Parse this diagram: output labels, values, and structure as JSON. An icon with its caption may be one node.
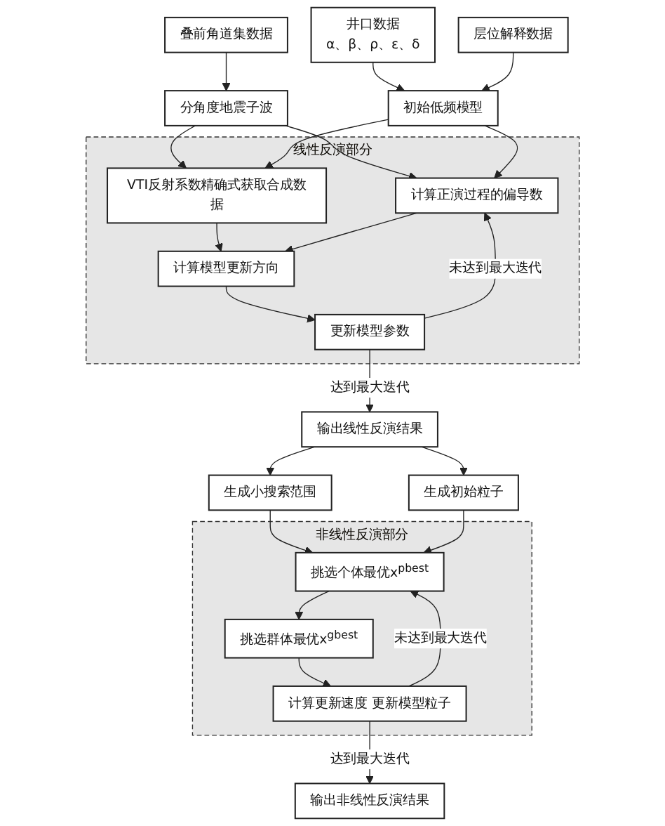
{
  "diagram": {
    "nodes": [
      {
        "text": [
          "叠前角道集数据"
        ]
      },
      {
        "text": [
          "井口数据",
          "α、β、ρ、ε、δ"
        ]
      },
      {
        "text": [
          "层位解释数据"
        ]
      },
      {
        "text": [
          "分角度地震子波"
        ]
      },
      {
        "text": [
          "初始低频模型"
        ]
      },
      {
        "text": [
          "线性反演部分"
        ]
      },
      {
        "text": [
          "VTI反射系数精确式获取合成数据"
        ],
        "in": 5
      },
      {
        "text": [
          "计算正演过程的偏导数"
        ],
        "in": 5
      },
      {
        "text": [
          "计算模型更新方向"
        ],
        "in": 5
      },
      {
        "text": [
          "更新模型参数"
        ],
        "in": 5
      },
      {
        "text": [
          "输出线性反演结果"
        ]
      },
      {
        "text": [
          "生成小搜索范围"
        ]
      },
      {
        "text": [
          "生成初始粒子"
        ]
      },
      {
        "text": [
          "非线性反演部分"
        ]
      },
      {
        "text": [
          "挑选个体最优x$^{pbest}$"
        ],
        "in": 13
      },
      {
        "text": [
          "挑选群体最优x$^{gbest}$"
        ],
        "in": 13
      },
      {
        "text": [
          "计算更新速度 更新模型粒子"
        ],
        "in": 13
      },
      {
        "text": [
          "输出非线性反演结果"
        ]
      }
    ],
    "edges": [
      {
        "from": 0,
        "to": 3,
        "arrow": "to"
      },
      {
        "from": 1,
        "to": 4,
        "arrow": "to"
      },
      {
        "from": 2,
        "to": 4,
        "arrow": "to"
      },
      {
        "from": 3,
        "to": 7,
        "arrow": "to"
      },
      {
        "from": 3,
        "to": 6,
        "arrow": "to"
      },
      {
        "from": 4,
        "to": 6,
        "arrow": "to"
      },
      {
        "from": 4,
        "to": 7,
        "arrow": "to"
      },
      {
        "from": 6,
        "to": 8,
        "arrow": "to"
      },
      {
        "from": 7,
        "to": 8,
        "arrow": "to"
      },
      {
        "from": 8,
        "to": 9,
        "arrow": "to"
      },
      {
        "from": 9,
        "to": 7,
        "arrow": "to",
        "label": "未达到最大迭代"
      },
      {
        "from": 9,
        "to": 10,
        "arrow": "to",
        "label": "达到最大迭代"
      },
      {
        "from": 10,
        "to": 11,
        "arrow": "to"
      },
      {
        "from": 10,
        "to": 12,
        "arrow": "to"
      },
      {
        "from": 11,
        "to": 14,
        "arrow": "to"
      },
      {
        "from": 12,
        "to": 14,
        "arrow": "to"
      },
      {
        "from": 14,
        "to": 15,
        "arrow": "to"
      },
      {
        "from": 15,
        "to": 16,
        "arrow": "to"
      },
      {
        "from": 16,
        "to": 14,
        "arrow": "to",
        "label": "未达到最大迭代"
      },
      {
        "from": 16,
        "to": 17,
        "arrow": "to",
        "label": "达到最大迭代"
      }
    ]
  }
}
